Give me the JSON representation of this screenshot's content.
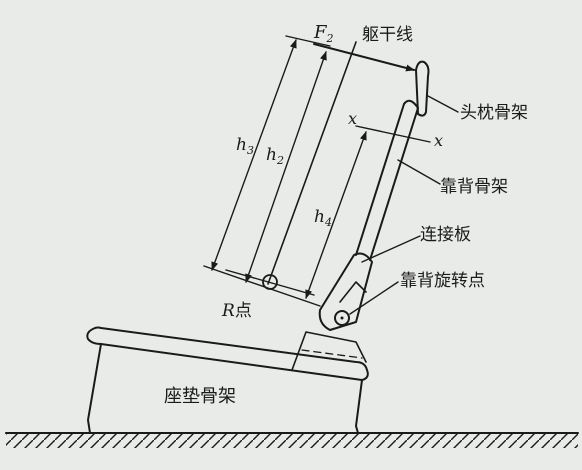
{
  "labels": {
    "force": "F",
    "force_sub": "2",
    "torso_line": "躯干线",
    "headrest_frame": "头枕骨架",
    "backrest_frame": "靠背骨架",
    "connecting_plate": "连接板",
    "pivot_point": "靠背旋转点",
    "r_point_letter": "R",
    "r_point_suffix": "点",
    "seat_frame": "座垫骨架",
    "h3": "h",
    "h3_sub": "3",
    "h2": "h",
    "h2_sub": "2",
    "h4": "h",
    "h4_sub": "4",
    "axis_x_left": "x",
    "axis_x_right": "x"
  },
  "colors": {
    "ink": "#1a1a1a",
    "paper": "#e9ebe8"
  }
}
